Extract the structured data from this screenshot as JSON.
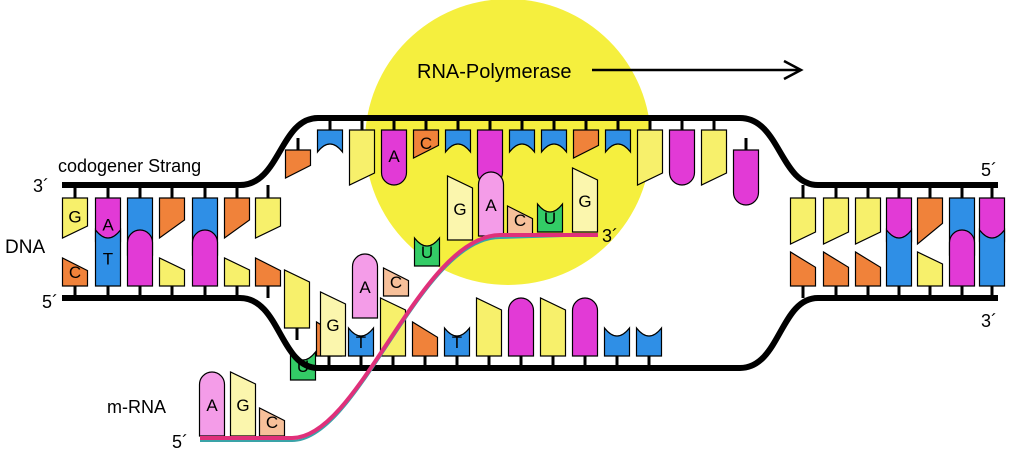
{
  "labels": {
    "enzyme": "RNA-Polymerase",
    "coding_strand": "codogener Strang",
    "dna": "DNA",
    "mrna": "m-RNA",
    "end_3_top_left": "3´",
    "end_5_bottom_left": "5´",
    "end_5_top_right": "5´",
    "end_3_bottom_right": "3´",
    "end_3_mrna": "3´",
    "end_5_mrna": "5´"
  },
  "colors": {
    "A": "#e23ad6",
    "G": "#f7f06b",
    "C": "#f0823a",
    "T": "#2f8fe6",
    "U": "#33cc66",
    "mrna_A": "#f49ce8",
    "mrna_G": "#fbf6ad",
    "mrna_C": "#f7c09a",
    "enzyme": "#f5ef3e",
    "backbone": "#000000",
    "mrna_strand": "#e0307a",
    "mrna_strand_inner": "#3aa3a8"
  },
  "sequences": {
    "left_top": [
      "G",
      "A",
      "T",
      "C",
      "T",
      "C",
      "G"
    ],
    "left_bottom": [
      "C",
      "T",
      "A",
      "G",
      "A",
      "G",
      "C"
    ],
    "bubble_top": [
      "C",
      "T",
      "G",
      "A",
      "C",
      "T",
      "A",
      "T",
      "T",
      "C",
      "T",
      "G",
      "A",
      "G",
      "A"
    ],
    "bubble_top_letters": {
      "3": "A",
      "4": "C"
    },
    "bubble_bottom": [
      "G",
      "C",
      "T",
      "G",
      "C",
      "T",
      "G",
      "A",
      "G",
      "A",
      "T",
      "T"
    ],
    "bubble_bottom_letters": {
      "2": "T",
      "5": "T"
    },
    "right_top": [
      "G",
      "G",
      "G",
      "A",
      "C",
      "T",
      "A"
    ],
    "right_bottom": [
      "C",
      "C",
      "C",
      "T",
      "G",
      "A",
      "T"
    ],
    "mrna": [
      "A",
      "G",
      "C",
      "U",
      "G",
      "A",
      "C",
      "U",
      "G",
      "A",
      "C",
      "U",
      "G"
    ]
  }
}
